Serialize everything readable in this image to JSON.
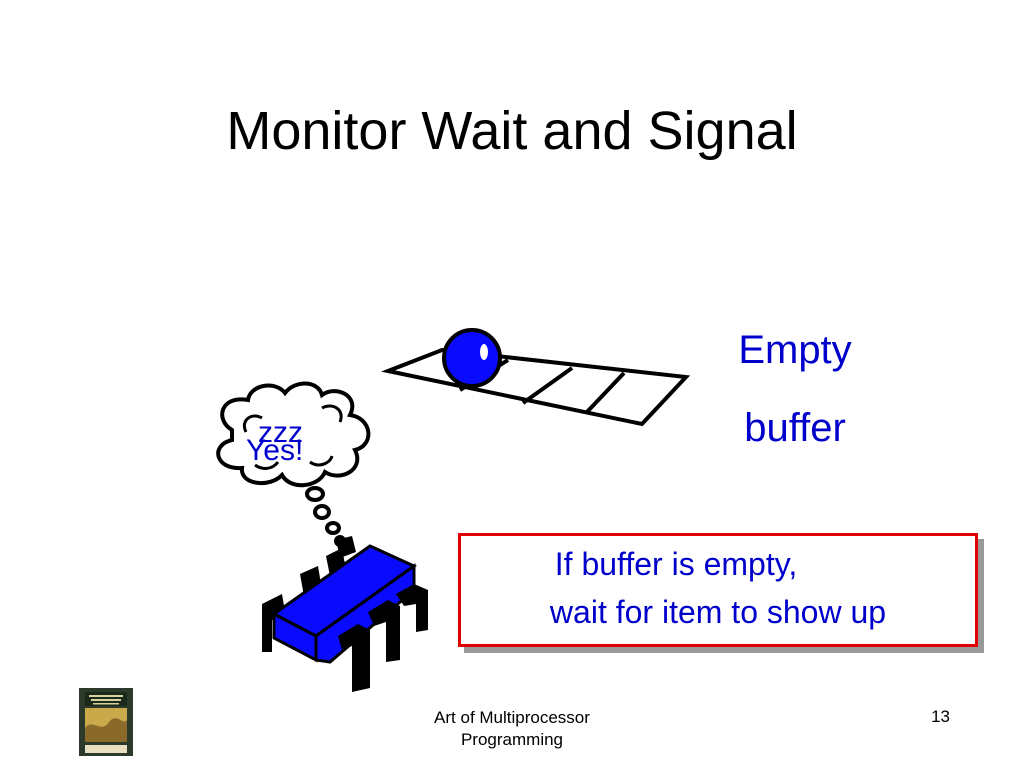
{
  "slide": {
    "title": "Monitor Wait and Signal"
  },
  "diagram": {
    "buffer_label_line1": "Empty",
    "buffer_label_line2": "buffer",
    "thought_text_behind": "zzz",
    "thought_text_front": "Yes!",
    "callout_line1": "If buffer is empty,",
    "callout_line2": "wait for item to show up",
    "colors": {
      "accent_blue": "#0000cc",
      "object_blue": "#0a0aff",
      "callout_border": "#e00000"
    }
  },
  "footer": {
    "text_line1": "Art of Multiprocessor",
    "text_line2": "Programming",
    "page_number": "13",
    "book_cover_title": "The Art of Multiprocessor Programming"
  }
}
